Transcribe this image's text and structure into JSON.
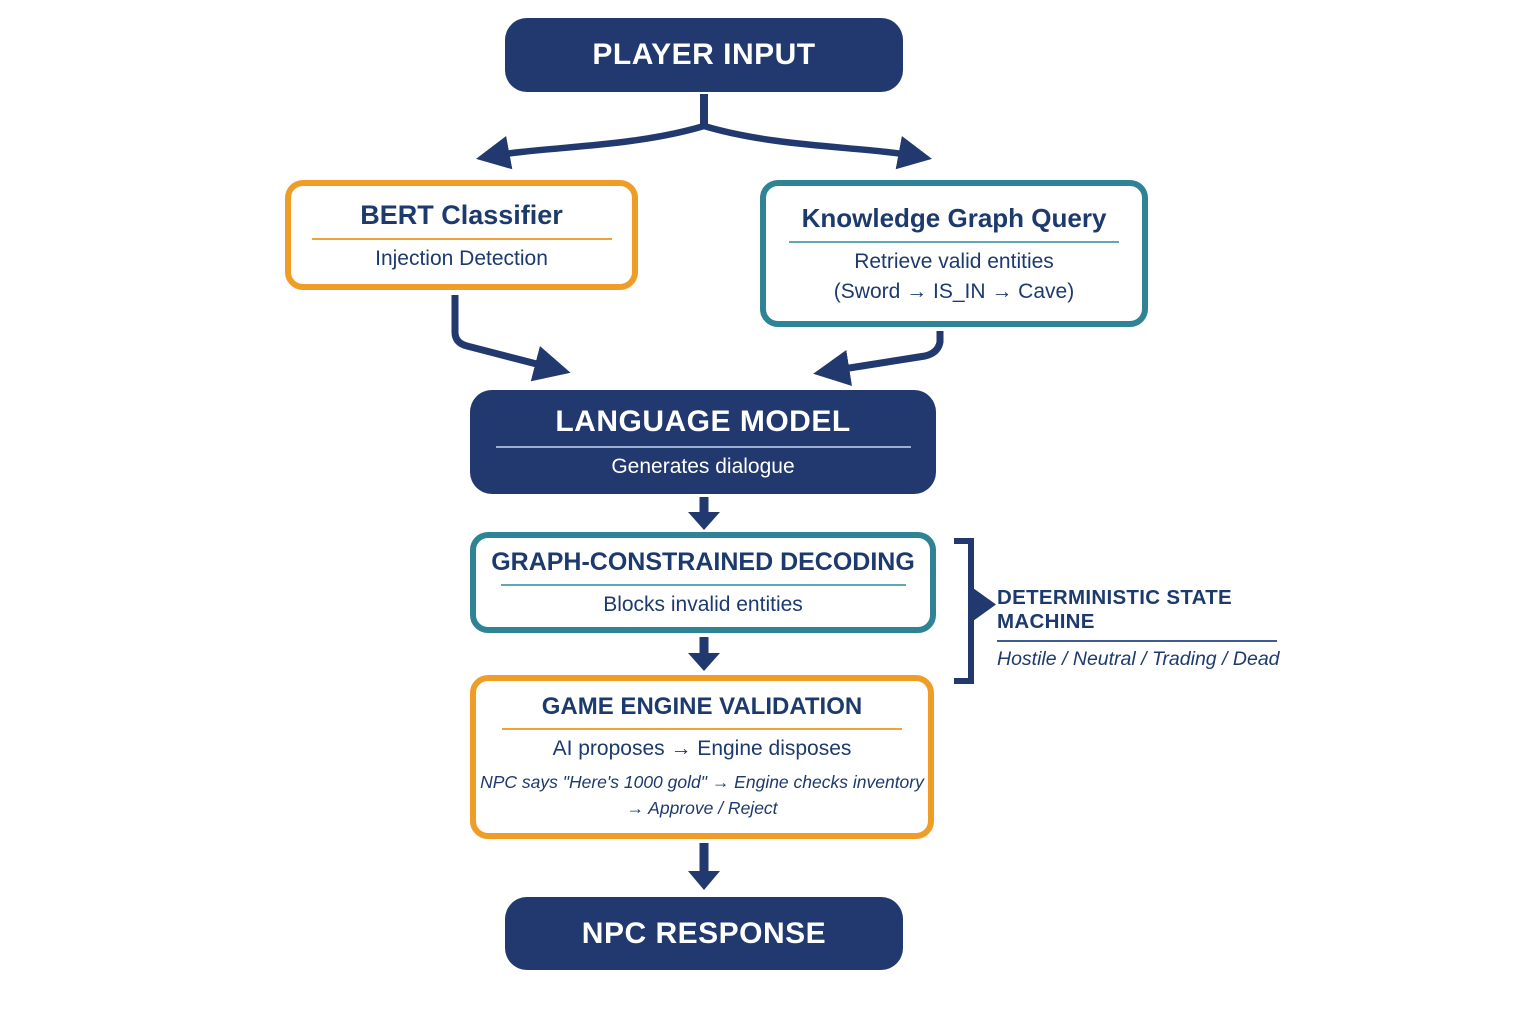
{
  "colors": {
    "navy_fill": "#21396e",
    "navy_text": "#1d3a6e",
    "orange_accent": "#f09d28",
    "teal_accent": "#2e8494",
    "background": "#ffffff"
  },
  "nodes": {
    "player_input": {
      "title": "PLAYER INPUT"
    },
    "bert": {
      "title": "BERT Classifier",
      "subtitle": "Injection Detection"
    },
    "knowledge_graph": {
      "title": "Knowledge Graph Query",
      "line1": "Retrieve valid entities",
      "line2": "(Sword → IS_IN → Cave)"
    },
    "language_model": {
      "title": "LANGUAGE MODEL",
      "subtitle": "Generates dialogue"
    },
    "graph_constrained_decoding": {
      "title": "GRAPH-CONSTRAINED DECODING",
      "subtitle": "Blocks invalid entities"
    },
    "game_engine_validation": {
      "title": "GAME ENGINE VALIDATION",
      "line1": "AI proposes → Engine disposes",
      "example_line1": "NPC says \"Here's 1000 gold\" → Engine checks inventory",
      "example_line2": "→ Approve / Reject"
    },
    "npc_response": {
      "title": "NPC RESPONSE"
    },
    "state_machine": {
      "title": "DETERMINISTIC STATE MACHINE",
      "states": "Hostile / Neutral / Trading / Dead"
    }
  }
}
